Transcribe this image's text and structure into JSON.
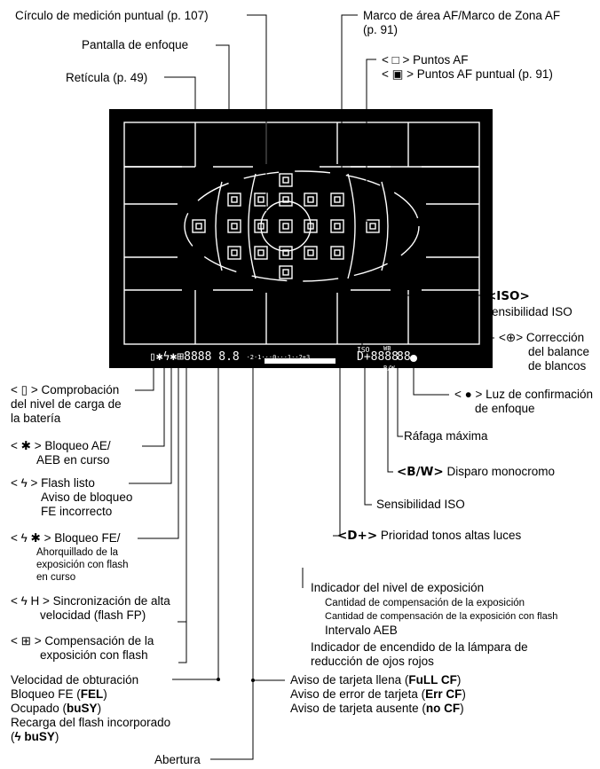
{
  "callouts": {
    "spot_circle": "Círculo de medición puntual (p. 107)",
    "af_frame_1": "Marco de área AF/Marco de Zona AF",
    "af_frame_2": "(p. 91)",
    "focus_screen": "Pantalla de enfoque",
    "af_points_1": "< □ > Puntos AF",
    "af_points_2": "< ▣ > Puntos AF puntual (p. 91)",
    "grid": "Retícula (p. 49)",
    "iso_icon": "<ISO>",
    "iso_text": "Sensibilidad ISO",
    "wb_1": "<⊕> Corrección",
    "wb_2": "del balance",
    "wb_3": "de blancos",
    "focus_confirm_1": "< ● > Luz de confirmación",
    "focus_confirm_2": "de enfoque",
    "battery_1": "< ▯ > Comprobación",
    "battery_2": "del nivel de carga de",
    "battery_3": "la batería",
    "ae_lock_1": "< ✱ > Bloqueo AE/",
    "ae_lock_2": "AEB en curso",
    "max_burst": "Ráfaga máxima",
    "monochrome_icon": "<B/W>",
    "monochrome_text": "Disparo monocromo",
    "flash_ready_1": "< ϟ > Flash listo",
    "flash_ready_2": "Aviso de bloqueo",
    "flash_ready_3": "FE incorrecto",
    "iso_lower": "Sensibilidad ISO",
    "fe_lock_1": "< ϟ ✱ > Bloqueo FE/",
    "fe_lock_2": "Ahorquillado de la",
    "fe_lock_3": "exposición con flash",
    "fe_lock_4": "en curso",
    "highlight_icon": "<D+>",
    "highlight_text": "Prioridad tonos altas luces",
    "exposure_level": "Indicador del nivel de exposición",
    "exp_comp": "Cantidad de compensación de la exposición",
    "flash_exp_comp_amount": "Cantidad de compensación de la exposición con flash",
    "aeb_range": "Intervalo AEB",
    "hs_sync_1": "< ϟ H > Sincronización de alta",
    "hs_sync_2": "velocidad (flash FP)",
    "red_eye_1": "Indicador de encendido de la lámpara de",
    "red_eye_2": "reducción de ojos rojos",
    "flash_comp_1": "< ⊞ > Compensación de la",
    "flash_comp_2": "exposición con flash",
    "shutter_1": "Velocidad de obturación",
    "shutter_2a": "Bloqueo FE (",
    "shutter_2b": "FEL",
    "shutter_2c": ")",
    "shutter_3a": "Ocupado (",
    "shutter_3b": "buSY",
    "shutter_3c": ")",
    "shutter_4": "Recarga del flash incorporado",
    "shutter_5a": "(",
    "shutter_5b": "ϟ buSY",
    "shutter_5c": ")",
    "card_full_a": "Aviso de tarjeta llena (",
    "card_full_b": "FuLL CF",
    "card_full_c": ")",
    "card_error_a": "Aviso de error de tarjeta (",
    "card_error_b": "Err CF",
    "card_error_c": ")",
    "card_none_a": "Aviso de tarjeta ausente (",
    "card_none_b": "no CF",
    "card_none_c": ")",
    "aperture": "Abertura"
  },
  "viewfinder": {
    "status_left": "▯✱ϟ✱⊞8888 8.8",
    "status_scale": "·2·1···0···1··2±3",
    "iso_small": "ISO",
    "status_right": "D+8888",
    "wb_small": "WB",
    "bw_small": "B/W",
    "burst_digits": "88"
  },
  "colors": {
    "viewfinder_bg": "#000000",
    "viewfinder_fg": "#ffffff",
    "line": "#000000"
  }
}
